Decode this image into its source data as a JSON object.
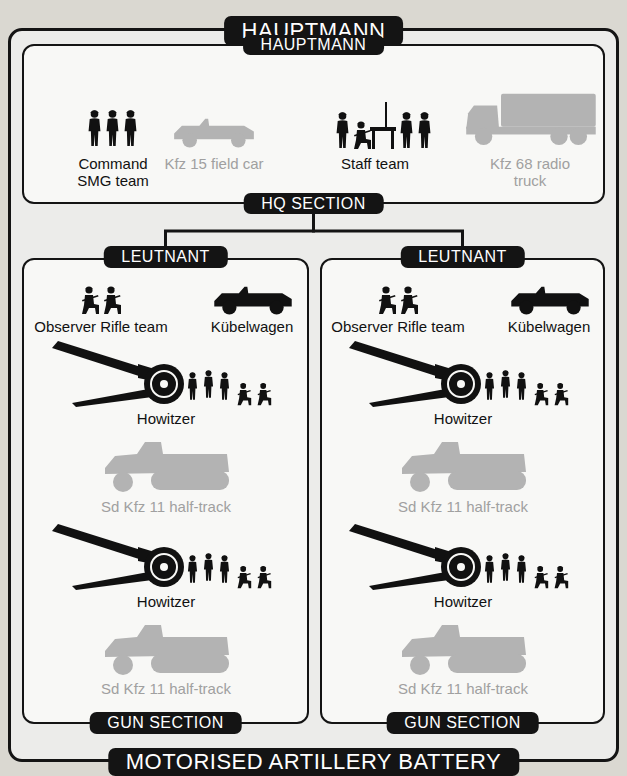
{
  "diagram": {
    "nodes": [
      {
        "text": [
          "HAUPTMANN",
          "MOTORISED ARTILLERY BATTERY"
        ]
      },
      {
        "text": [
          "HAUPTMANN",
          "HQ SECTION"
        ],
        "in": 0
      },
      {
        "text": [
          "LEUTNANT",
          "GUN SECTION"
        ],
        "in": 0
      },
      {
        "text": [
          "LEUTNANT",
          "GUN SECTION"
        ],
        "in": 0
      }
    ],
    "edges": [
      {
        "from": 1,
        "to": 2,
        "arrow": "none"
      },
      {
        "from": 1,
        "to": 3,
        "arrow": "none"
      }
    ],
    "labels": [
      "Command SMG team",
      "Kfz 15 field car",
      "Staff team",
      "Kfz 68 radio truck",
      "Observer Rifle team",
      "Kübelwagen",
      "Howitzer",
      "Sd Kfz 11 half-track",
      "Howitzer",
      "Sd Kfz 11 half-track",
      "Observer Rifle team",
      "Kübelwagen",
      "Howitzer",
      "Sd Kfz 11 half-track",
      "Howitzer",
      "Sd Kfz 11 half-track"
    ]
  }
}
